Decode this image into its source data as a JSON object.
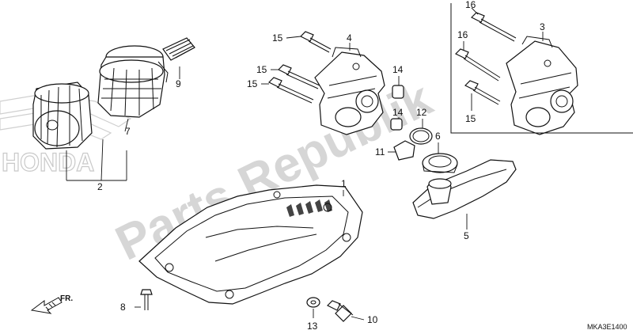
{
  "watermark": {
    "text": "Parts Republik",
    "brand": "HONDA"
  },
  "labels": [
    {
      "id": "callout-1",
      "text": "1"
    },
    {
      "id": "callout-2",
      "text": "2"
    },
    {
      "id": "callout-3",
      "text": "3"
    },
    {
      "id": "callout-4",
      "text": "4"
    },
    {
      "id": "callout-5",
      "text": "5"
    },
    {
      "id": "callout-6",
      "text": "6"
    },
    {
      "id": "callout-7",
      "text": "7"
    },
    {
      "id": "callout-8",
      "text": "8"
    },
    {
      "id": "callout-9",
      "text": "9"
    },
    {
      "id": "callout-10",
      "text": "10"
    },
    {
      "id": "callout-11",
      "text": "11"
    },
    {
      "id": "callout-12",
      "text": "12"
    },
    {
      "id": "callout-13",
      "text": "13"
    },
    {
      "id": "callout-14a",
      "text": "14"
    },
    {
      "id": "callout-14b",
      "text": "14"
    },
    {
      "id": "callout-15a",
      "text": "15"
    },
    {
      "id": "callout-15b",
      "text": "15"
    },
    {
      "id": "callout-15c",
      "text": "15"
    },
    {
      "id": "callout-15d",
      "text": "15"
    },
    {
      "id": "callout-16a",
      "text": "16"
    },
    {
      "id": "callout-16b",
      "text": "16"
    }
  ],
  "direction_marker": "FR.",
  "diagram_code": "MKA3E1400",
  "colors": {
    "ink": "#111111",
    "watermark": "#d6d6d6"
  }
}
